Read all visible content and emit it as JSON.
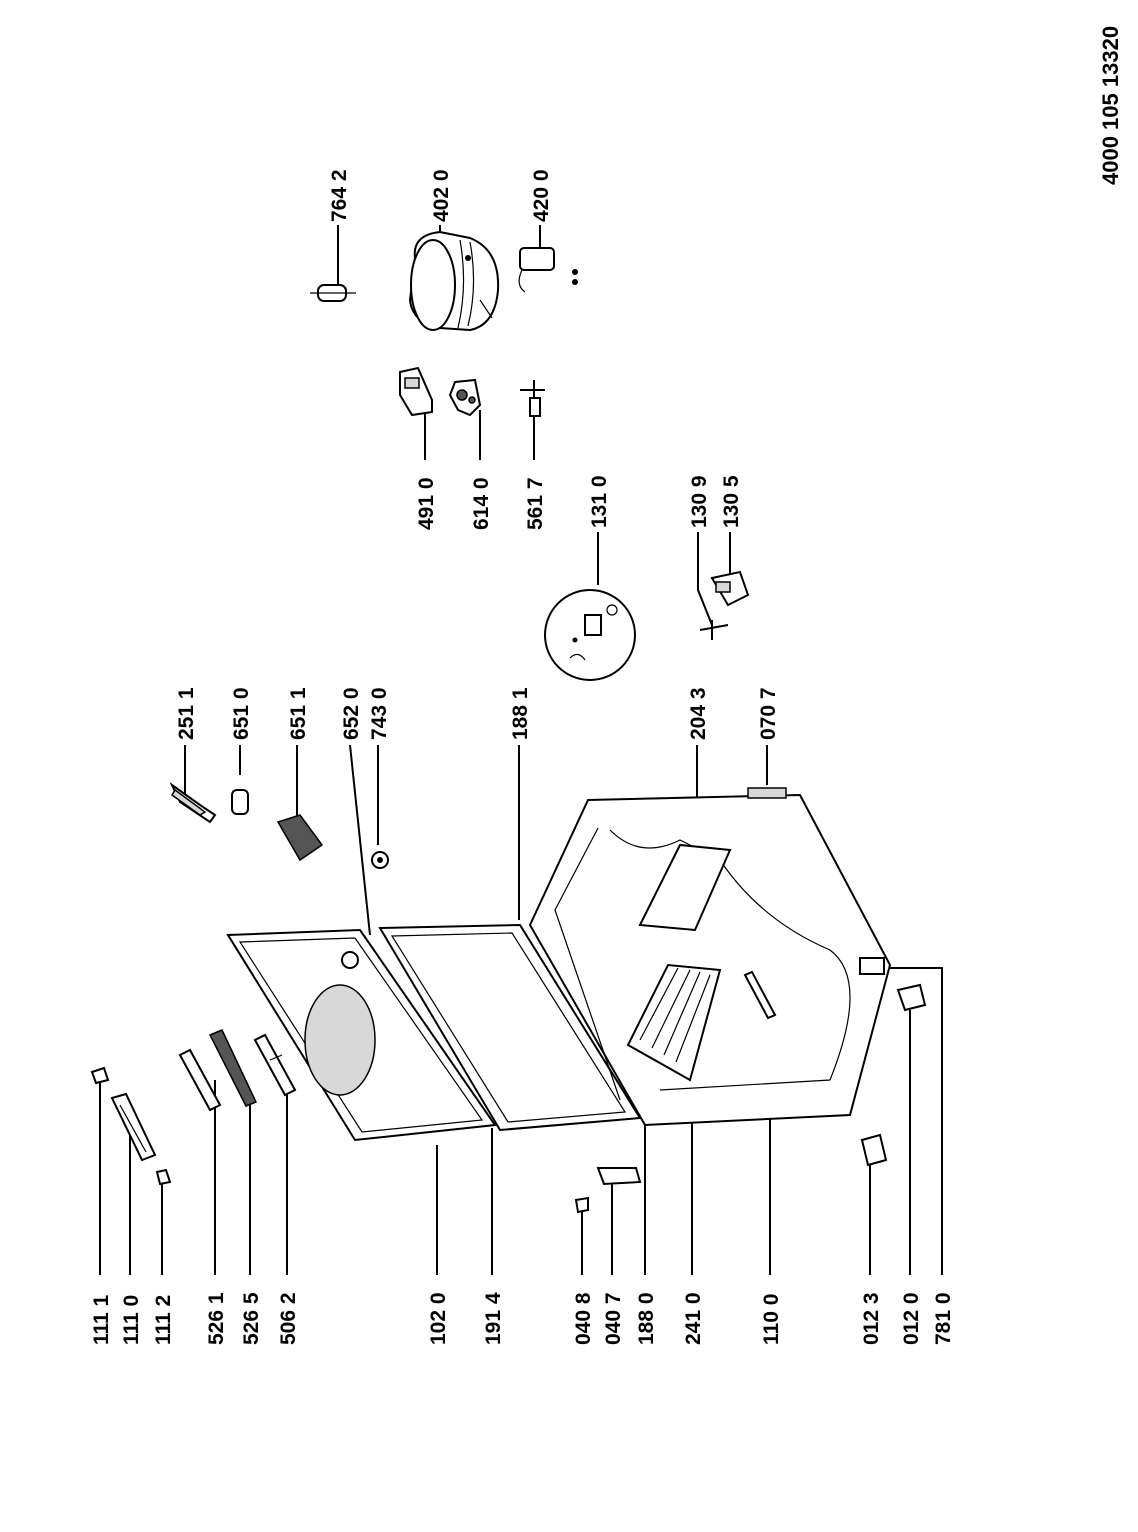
{
  "document_number": "4000 105 13320",
  "callouts": {
    "c1111": "111 1",
    "c1110": "111 0",
    "c1112": "111 2",
    "c5261": "526 1",
    "c5265": "526 5",
    "c5062": "506 2",
    "c1020": "102 0",
    "c1914": "191 4",
    "c0408": "040 8",
    "c0407": "040 7",
    "c1880": "188 0",
    "c2410": "241 0",
    "c1100": "110 0",
    "c0123": "012 3",
    "c0120": "012 0",
    "c7810": "781 0",
    "c2511": "251 1",
    "c6510": "651 0",
    "c6511": "651 1",
    "c6520": "652 0",
    "c7430": "743 0",
    "c1881": "188 1",
    "c2043": "204 3",
    "c0707": "070 7",
    "c1310": "131 0",
    "c1309": "130 9",
    "c1305": "130 5",
    "c4910": "491 0",
    "c6140": "614 0",
    "c5617": "561 7",
    "c7642": "764 2",
    "c4020": "402 0",
    "c4200": "420 0"
  }
}
